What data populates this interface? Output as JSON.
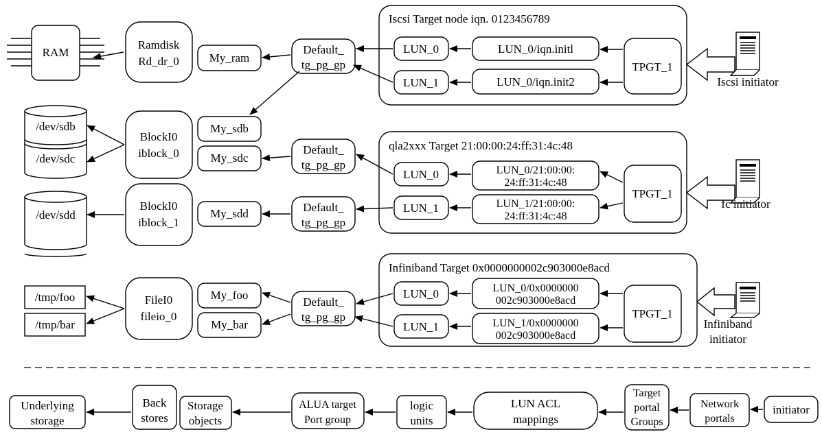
{
  "ram": "RAM",
  "ramdisk": {
    "line1": "Ramdisk",
    "line2": "Rd_dr_0"
  },
  "blockio0": {
    "line1": "BlockI0",
    "line2": "iblock_0"
  },
  "blockio1": {
    "line1": "BlockI0",
    "line2": "iblock_1"
  },
  "fileio0": {
    "line1": "FileI0",
    "line2": "fileio_0"
  },
  "objects": {
    "my_ram": "My_ram",
    "my_sdb": "My_sdb",
    "my_sdc": "My_sdc",
    "my_sdd": "My_sdd",
    "my_foo": "My_foo",
    "my_bar": "My_bar"
  },
  "devices": {
    "sdb": "/dev/sdb",
    "sdc": "/dev/sdc",
    "sdd": "/dev/sdd",
    "foo": "/tmp/foo",
    "bar": "/tmp/bar"
  },
  "tg_pg": {
    "line1": "Default_",
    "line2": "tg_pg_gp"
  },
  "tpgt": "TPGT_1",
  "lun0": "LUN_0",
  "lun1": "LUN_1",
  "targets": {
    "iscsi": {
      "title": "Iscsi Target node iqn. 0123456789",
      "acl0": "LUN_0/iqn.initl",
      "acl1": "LUN_0/iqn.init2",
      "initiator": "Iscsi initiator"
    },
    "qla": {
      "title": "qla2xxx Target 21:00:00:24:ff:31:4c:48",
      "acl0_line1": "LUN_0/21:00:00:",
      "acl0_line2": "24:ff:31:4c:48",
      "acl1_line1": "LUN_1/21:00:00:",
      "acl1_line2": "24:ff:31:4c:48",
      "initiator": "fc initiator"
    },
    "ib": {
      "title": "Infiniband Target 0x0000000002c903000e8acd",
      "acl0_line1": "LUN_0/0x0000000",
      "acl0_line2": "002c903000e8acd",
      "acl1_line1": "LUN_1/0x0000000",
      "acl1_line2": "002c903000e8acd",
      "initiator_line1": "Infiniband",
      "initiator_line2": "initiator"
    }
  },
  "legend": {
    "underlying": {
      "line1": "Underlying",
      "line2": "storage"
    },
    "back": {
      "line1": "Back",
      "line2": "stores"
    },
    "storage_objects": {
      "line1": "Storage",
      "line2": "objects"
    },
    "alua": {
      "line1": "ALUA target",
      "line2": "Port group"
    },
    "logic": {
      "line1": "logic",
      "line2": "units"
    },
    "lun_acl": {
      "line1": "LUN ACL",
      "line2": "mappings"
    },
    "tpg": {
      "line1": "Target",
      "line2": "portal",
      "line3": "Groups"
    },
    "network": {
      "line1": "Network",
      "line2": "portals"
    },
    "initiator": "initiator"
  }
}
